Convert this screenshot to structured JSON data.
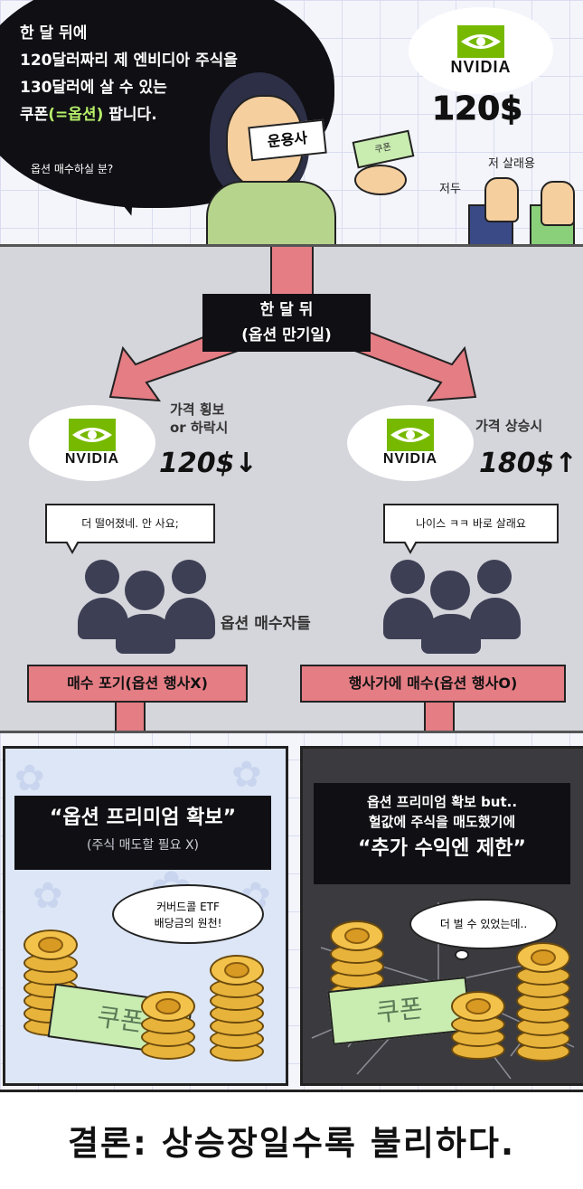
{
  "top": {
    "speech_line1": "한 달 뒤에",
    "speech_line2": "120달러짜리 제 엔비디아 주식을",
    "speech_line3": "130달러에 살 수 있는",
    "speech_line4_a": "쿠폰",
    "speech_line4_b": "(=옵션)",
    "speech_line4_c": " 팝니다.",
    "speech_sub": "옵션 매수하실 분?",
    "tag_label": "운용사",
    "bill_label": "쿠폰",
    "logo_word": "NVIDIA",
    "price": "120$",
    "murmur1": "저 살래용",
    "murmur2": "저두"
  },
  "middle": {
    "center_label_line1": "한 달 뒤",
    "center_label_line2": "(옵션 만기일)",
    "left_condition_line1": "가격 횡보",
    "left_condition_line2": "or 하락시",
    "left_price": "120$↓",
    "right_condition": "가격 상승시",
    "right_price": "180$↑",
    "logo_word": "NVIDIA",
    "left_bubble": "더 떨어졌네. 안 사요;",
    "right_bubble": "나이스 ㅋㅋ 바로 살래요",
    "buyers_label": "옵션 매수자들",
    "left_decision": "매수 포기(옵션 행사X)",
    "right_decision": "행사가에 매수(옵션 행사O)"
  },
  "bottom_left": {
    "title": "“옵션 프리미엄 확보”",
    "subtitle": "(주식 매도할 필요 X)",
    "bubble_line1": "커버드콜 ETF",
    "bubble_line2": "배당금의 원천!",
    "bill_label": "쿠폰"
  },
  "bottom_right": {
    "line1": "옵션 프리미엄 확보 but..",
    "line2": "헐값에 주식을 매도했기에",
    "title": "“추가 수익엔 제한”",
    "bubble": "더 벌 수 있었는데..",
    "bill_label": "쿠폰"
  },
  "conclusion": {
    "text": "결론: 상승장일수록 불리하다."
  },
  "colors": {
    "nvidia_green": "#76b900",
    "arrow_red": "#e47d84",
    "panel_gray": "#d5d5dc",
    "highlight_green": "#b7f06a"
  }
}
